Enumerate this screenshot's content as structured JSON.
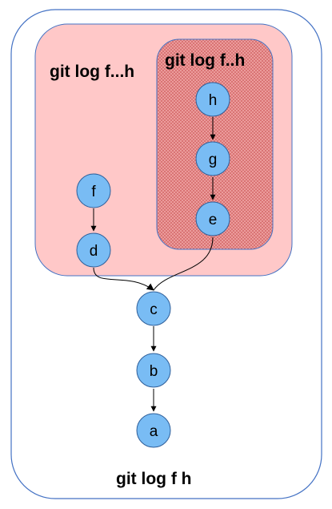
{
  "diagram": {
    "outer_label": "git log f h",
    "three_dot_label": "git log f...h",
    "two_dot_label": "git log f..h",
    "nodes": {
      "h": "h",
      "g": "g",
      "e": "e",
      "f": "f",
      "d": "d",
      "c": "c",
      "b": "b",
      "a": "a"
    },
    "edges": [
      [
        "h",
        "g"
      ],
      [
        "g",
        "e"
      ],
      [
        "f",
        "d"
      ],
      [
        "d",
        "c"
      ],
      [
        "e",
        "c"
      ],
      [
        "c",
        "b"
      ],
      [
        "b",
        "a"
      ]
    ]
  },
  "colors": {
    "outer_border": "#4472c4",
    "three_dot_fill": "#ffc8c8",
    "three_dot_border": "#4472c4",
    "two_dot_hatch": "#e07a7a",
    "node_fill": "#79bcf4",
    "node_border": "#2f5f9a",
    "edge": "#000000"
  }
}
